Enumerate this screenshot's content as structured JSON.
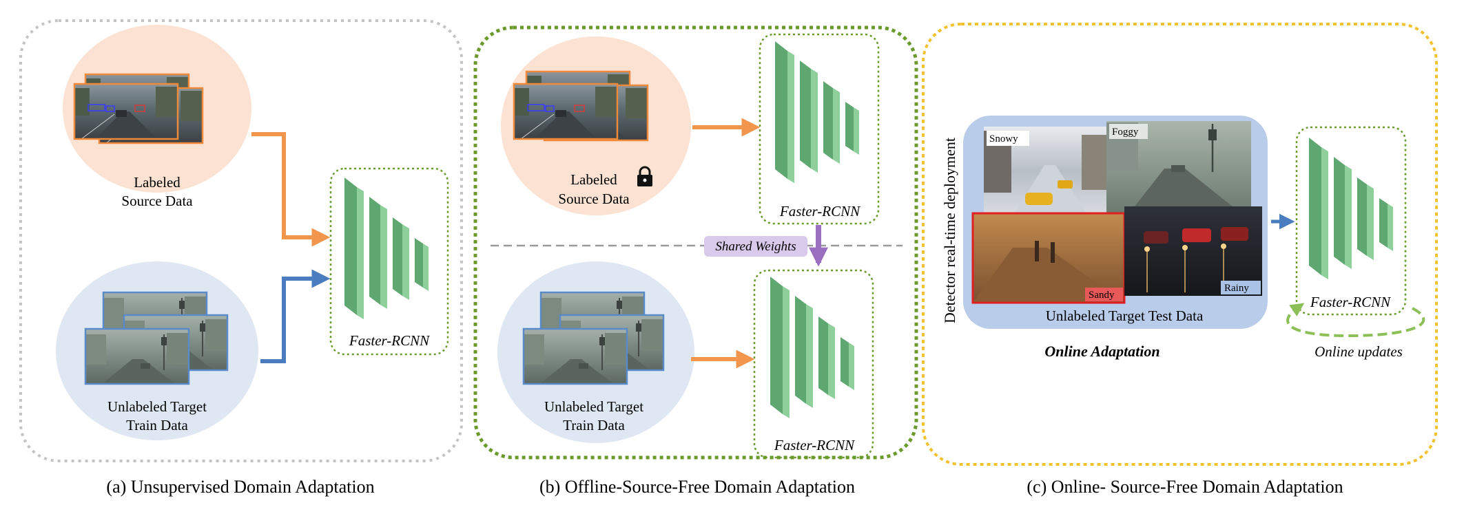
{
  "panels": {
    "a": {
      "caption": "(a) Unsupervised Domain Adaptation",
      "source_label": [
        "Labeled",
        "Source Data"
      ],
      "target_label": [
        "Unlabeled Target",
        "Train Data"
      ],
      "model_label": "Faster-RCNN"
    },
    "b": {
      "caption": "(b) Offline-Source-Free Domain Adaptation",
      "source_label": [
        "Labeled",
        "Source Data"
      ],
      "target_label": [
        "Unlabeled Target",
        "Train Data"
      ],
      "model_top_label": "Faster-RCNN",
      "model_bottom_label": "Faster-RCNN",
      "shared_weights_label": "Shared Weights"
    },
    "c": {
      "caption": "(c) Online- Source-Free Domain Adaptation",
      "side_label": "Detector real-time deployment",
      "conditions": [
        "Snowy",
        "Foggy",
        "Sandy",
        "Rainy"
      ],
      "test_data_label": "Unlabeled Target Test Data",
      "online_adaptation_label": "Online Adaptation",
      "model_label": "Faster-RCNN",
      "online_updates_label": "Online updates"
    }
  },
  "colors": {
    "panel_a_border": "#bdbdbd",
    "panel_b_border": "#6a9a2c",
    "panel_c_border": "#f2c12e",
    "source_circle": "#fbe2d2",
    "target_circle": "#dfe7f3",
    "test_box": "#b9cdea",
    "network": "#8fcf9b",
    "orange_arrow": "#f2954d",
    "blue_arrow": "#4a7dbf",
    "purple_arrow": "#9a6fc0",
    "shared_weights_bg": "#d9c9ea",
    "update_arrow": "#8dbf57",
    "model_box": "#6a9a2c",
    "sandy_border": "#e02020"
  },
  "icons": [
    "lock-icon",
    "network-icon"
  ]
}
